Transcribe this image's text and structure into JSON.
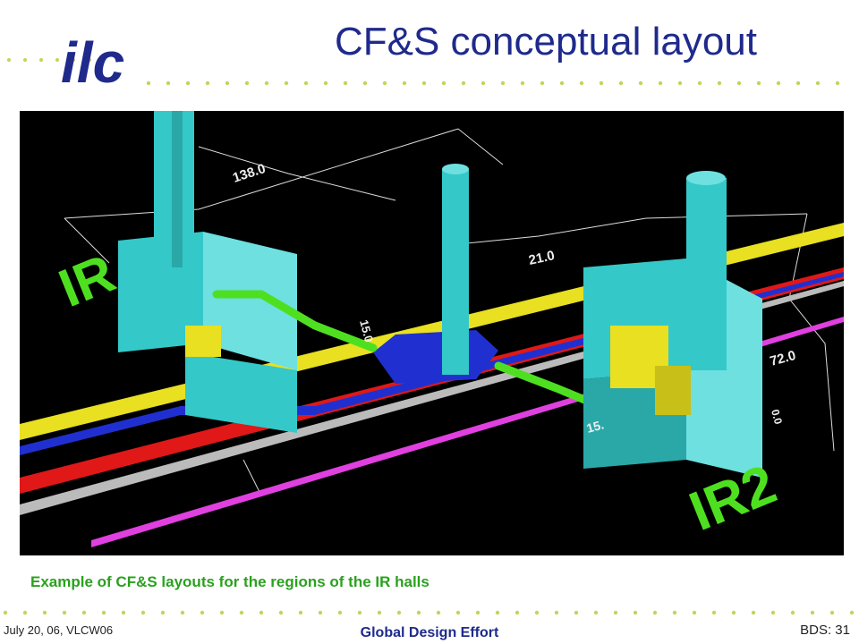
{
  "slide": {
    "logo_text": "ilc",
    "title": "CF&S conceptual layout",
    "caption": "Example of CF&S layouts for the regions of the IR halls"
  },
  "figure": {
    "label_ir1": "IR",
    "label_ir2": "IR2",
    "dimensions": [
      "138.0",
      "21.0",
      "72.0",
      "15.",
      "15.0",
      "0.0"
    ]
  },
  "footer": {
    "left": "July 20, 06, VLCW06",
    "center": "Global Design Effort",
    "right": "BDS: 31"
  },
  "colors": {
    "title": "#1f2a8c",
    "caption": "#2aa11e",
    "dots": "#c8d25a",
    "cyan": "#35c8c8",
    "yellow": "#e8e020",
    "blue": "#2030d0",
    "red": "#e01818",
    "green": "#4ee020",
    "magenta": "#e040e0"
  }
}
